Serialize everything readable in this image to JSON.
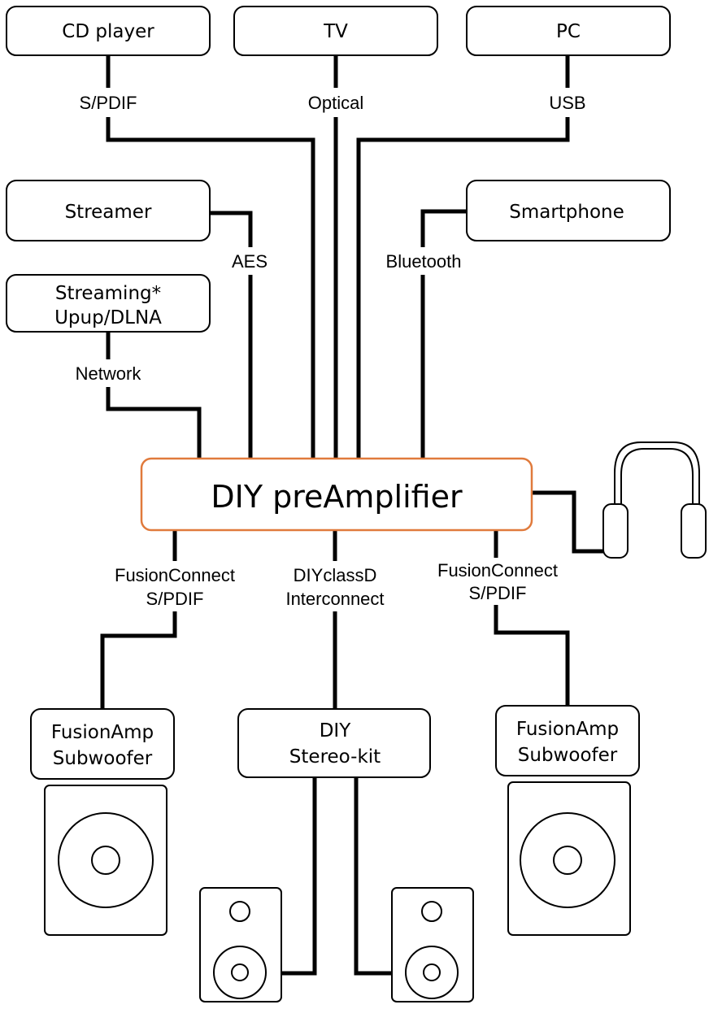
{
  "sources": {
    "cd_player": "CD player",
    "tv": "TV",
    "pc": "PC",
    "streamer": "Streamer",
    "smartphone": "Smartphone",
    "streaming_line1": "Streaming*",
    "streaming_line2": "Upup/DLNA"
  },
  "connections": {
    "spdif": "S/PDIF",
    "optical": "Optical",
    "usb": "USB",
    "aes": "AES",
    "bluetooth": "Bluetooth",
    "network": "Network",
    "left_line1": "FusionConnect",
    "left_line2": "S/PDIF",
    "center_line1": "DIYclassD",
    "center_line2": "Interconnect",
    "right_line1": "FusionConnect",
    "right_line2": "S/PDIF"
  },
  "center": {
    "title": "DIY preAmplifier",
    "accent_color": "#e07a3c"
  },
  "outputs": {
    "left_sub_line1": "FusionAmp",
    "left_sub_line2": "Subwoofer",
    "stereo_line1": "DIY",
    "stereo_line2": "Stereo-kit",
    "right_sub_line1": "FusionAmp",
    "right_sub_line2": "Subwoofer"
  },
  "icons": [
    "headphones-icon",
    "subwoofer-speaker-icon",
    "bookshelf-speaker-icon"
  ]
}
